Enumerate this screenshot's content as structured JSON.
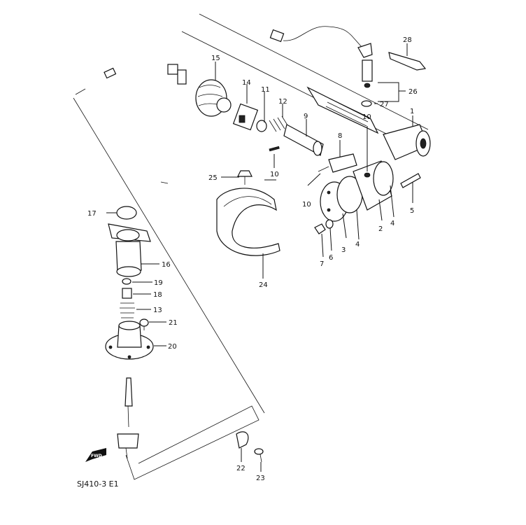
{
  "diagram": {
    "code": "SJ410-3 E1",
    "fwd_label": "FWD",
    "callouts": [
      "1",
      "2",
      "3",
      "4",
      "4",
      "5",
      "6",
      "7",
      "8",
      "9",
      "10",
      "10",
      "10",
      "11",
      "12",
      "13",
      "14",
      "15",
      "16",
      "17",
      "18",
      "19",
      "20",
      "21",
      "22",
      "23",
      "24",
      "25",
      "26",
      "27",
      "28"
    ]
  }
}
